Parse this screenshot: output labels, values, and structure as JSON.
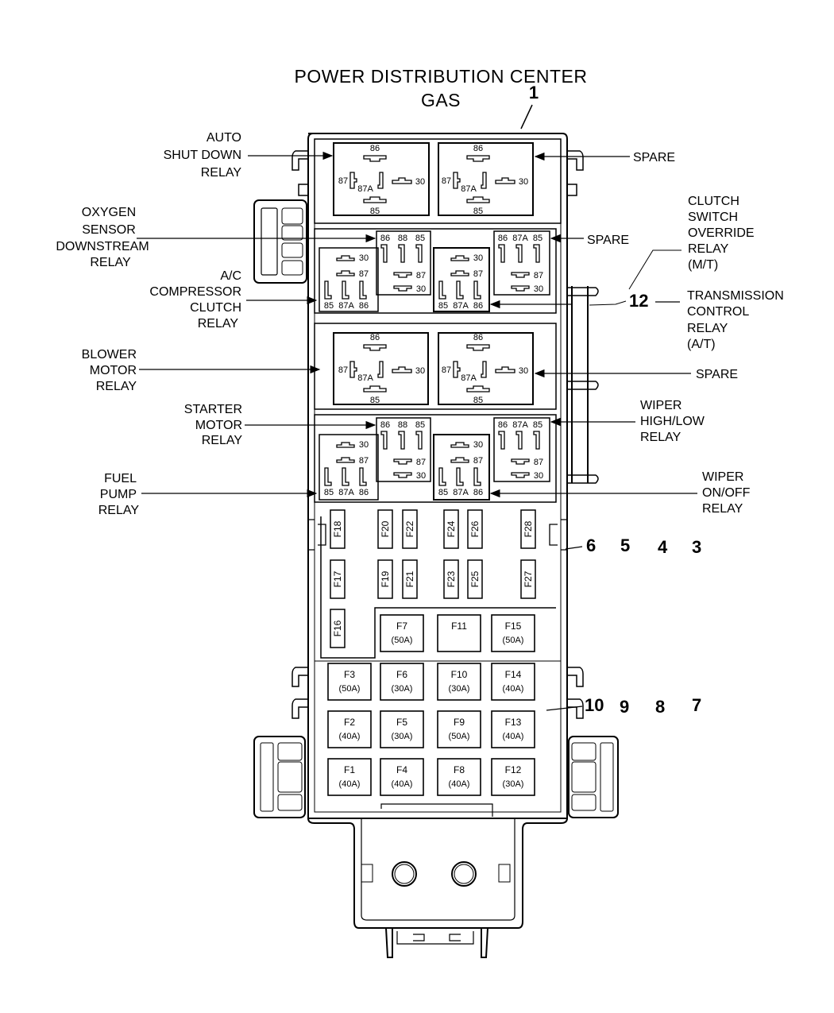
{
  "title": {
    "line1": "POWER DISTRIBUTION CENTER",
    "line2": "GAS",
    "callout": "1"
  },
  "left_labels": [
    {
      "id": "auto-shut-down-relay",
      "lines": [
        "AUTO",
        "SHUT  DOWN",
        "RELAY"
      ]
    },
    {
      "id": "oxygen-sensor-downstream-relay",
      "lines": [
        "OXYGEN",
        "SENSOR",
        "DOWNSTREAM",
        "RELAY"
      ]
    },
    {
      "id": "ac-compressor-clutch-relay",
      "lines": [
        "A/C",
        "COMPRESSOR",
        "CLUTCH",
        "RELAY"
      ]
    },
    {
      "id": "blower-motor-relay",
      "lines": [
        "BLOWER",
        "MOTOR",
        "RELAY"
      ]
    },
    {
      "id": "starter-motor-relay",
      "lines": [
        "STARTER",
        "MOTOR",
        "RELAY"
      ]
    },
    {
      "id": "fuel-pump-relay",
      "lines": [
        "FUEL",
        "PUMP",
        "RELAY"
      ]
    }
  ],
  "right_labels": [
    {
      "id": "spare-1",
      "lines": [
        "SPARE"
      ]
    },
    {
      "id": "spare-2",
      "lines": [
        "SPARE"
      ]
    },
    {
      "id": "clutch-switch-override-relay",
      "lines": [
        "CLUTCH",
        "SWITCH",
        "OVERRIDE",
        "RELAY",
        "(M/T)"
      ]
    },
    {
      "id": "transmission-control-relay",
      "lines": [
        "TRANSMISSION",
        "CONTROL",
        "RELAY",
        "(A/T)"
      ]
    },
    {
      "id": "spare-3",
      "lines": [
        "SPARE"
      ]
    },
    {
      "id": "wiper-high-low-relay",
      "lines": [
        "WIPER",
        "HIGH/LOW",
        "RELAY"
      ]
    },
    {
      "id": "wiper-on-off-relay",
      "lines": [
        "WIPER",
        "ON/OFF",
        "RELAY"
      ]
    }
  ],
  "callouts": {
    "c12": "12",
    "row_a": [
      "6",
      "5",
      "4",
      "3"
    ],
    "row_b": [
      "10",
      "9",
      "8",
      "7"
    ]
  },
  "relay_pins": {
    "p86": "86",
    "p85": "85",
    "p87": "87",
    "p87a": "87A",
    "p30": "30",
    "p88": "88"
  },
  "mini_fuses": {
    "top_row": [
      "F18",
      "F20",
      "F22",
      "F24",
      "F26",
      "F28"
    ],
    "middle_row": [
      "F17",
      "F19",
      "F21",
      "F23",
      "F25",
      "F27"
    ],
    "bottom": [
      "F16"
    ]
  },
  "maxi_fuses": [
    {
      "name": "F7",
      "rating": "(50A)"
    },
    {
      "name": "F11",
      "rating": ""
    },
    {
      "name": "F15",
      "rating": "(50A)"
    },
    {
      "name": "F3",
      "rating": "(50A)"
    },
    {
      "name": "F6",
      "rating": "(30A)"
    },
    {
      "name": "F10",
      "rating": "(30A)"
    },
    {
      "name": "F14",
      "rating": "(40A)"
    },
    {
      "name": "F2",
      "rating": "(40A)"
    },
    {
      "name": "F5",
      "rating": "(30A)"
    },
    {
      "name": "F9",
      "rating": "(50A)"
    },
    {
      "name": "F13",
      "rating": "(40A)"
    },
    {
      "name": "F1",
      "rating": "(40A)"
    },
    {
      "name": "F4",
      "rating": "(40A)"
    },
    {
      "name": "F8",
      "rating": "(40A)"
    },
    {
      "name": "F12",
      "rating": "(30A)"
    }
  ]
}
